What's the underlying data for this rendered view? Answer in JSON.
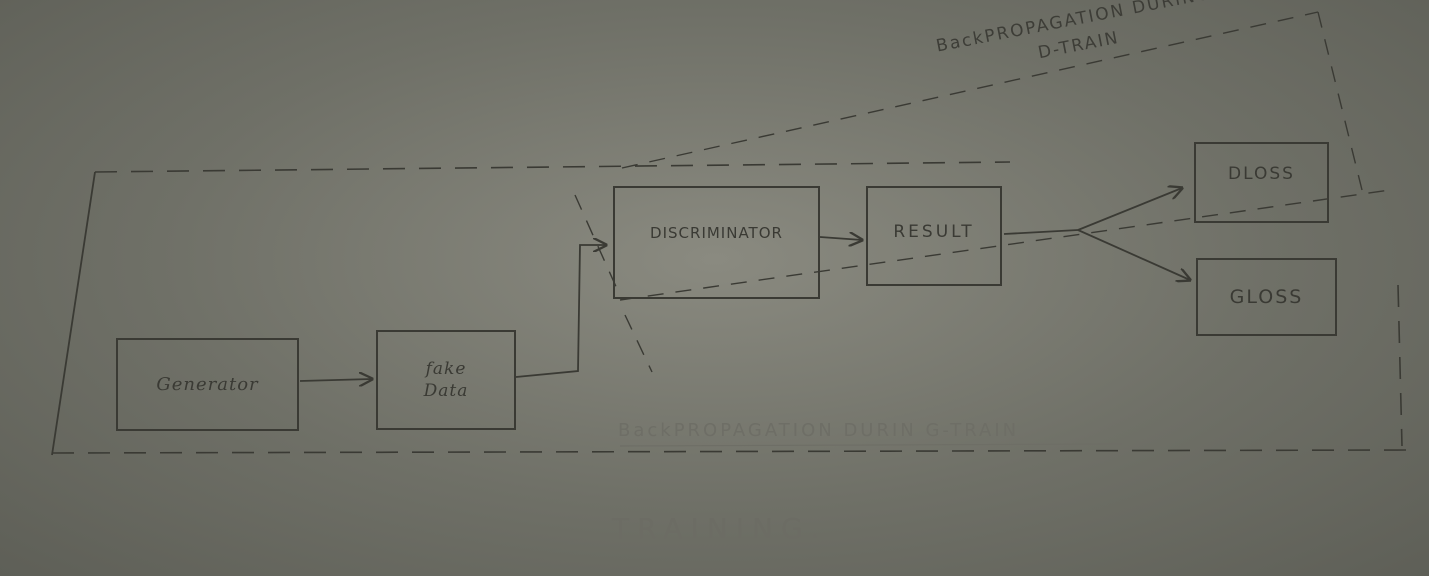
{
  "nodes": {
    "generator": "Generator",
    "fake_data_line1": "fake",
    "fake_data_line2": "Data",
    "discriminator": "DISCRIMINATOR",
    "result": "RESULT",
    "dloss": "DLOSS",
    "gloss": "GLOSS"
  },
  "labels": {
    "backprop_d_train_line1": "BackPROPAGATION DURING",
    "backprop_d_train_line2": "D-TRAIN",
    "backprop_g_train": "BackPROPAGATION DURIN G-TRAIN",
    "title": "TRAINING."
  },
  "colors": {
    "ink": "#3a3a34",
    "faint_ink": "#6e6e66",
    "paper": "#7e7f76"
  }
}
